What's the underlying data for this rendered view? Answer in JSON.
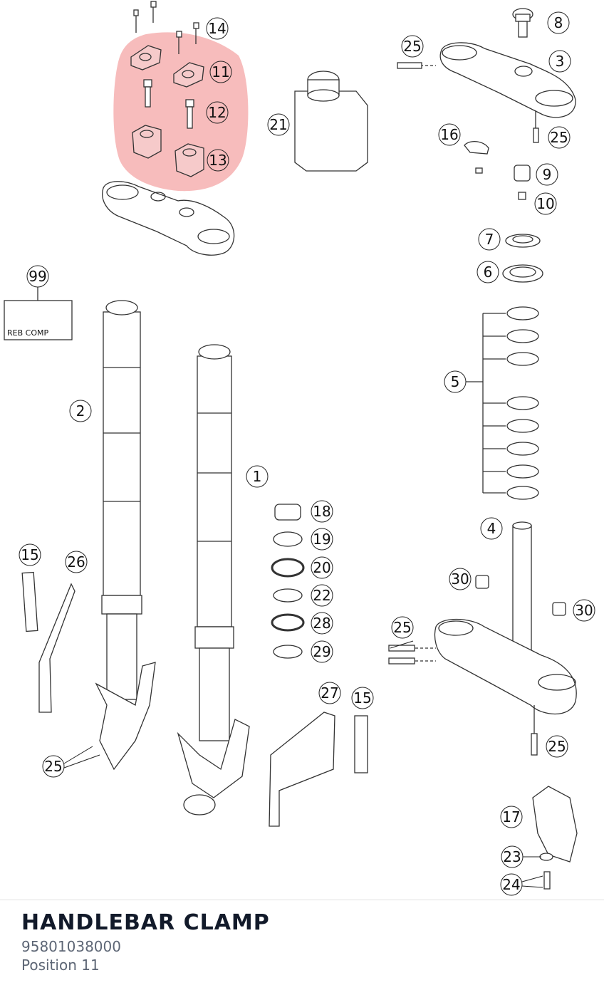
{
  "diagram": {
    "callouts": [
      {
        "n": "14"
      },
      {
        "n": "11"
      },
      {
        "n": "12"
      },
      {
        "n": "13"
      },
      {
        "n": "21"
      },
      {
        "n": "8"
      },
      {
        "n": "25"
      },
      {
        "n": "3"
      },
      {
        "n": "25"
      },
      {
        "n": "16"
      },
      {
        "n": "9"
      },
      {
        "n": "10"
      },
      {
        "n": "7"
      },
      {
        "n": "6"
      },
      {
        "n": "5"
      },
      {
        "n": "99"
      },
      {
        "n": "2"
      },
      {
        "n": "1"
      },
      {
        "n": "18"
      },
      {
        "n": "19"
      },
      {
        "n": "20"
      },
      {
        "n": "22"
      },
      {
        "n": "28"
      },
      {
        "n": "29"
      },
      {
        "n": "4"
      },
      {
        "n": "30"
      },
      {
        "n": "30"
      },
      {
        "n": "25"
      },
      {
        "n": "25"
      },
      {
        "n": "15"
      },
      {
        "n": "26"
      },
      {
        "n": "25"
      },
      {
        "n": "27"
      },
      {
        "n": "15"
      },
      {
        "n": "17"
      },
      {
        "n": "23"
      },
      {
        "n": "24"
      }
    ],
    "kit_box_label": "REB COMP",
    "highlight_color": "#f4a6a6"
  },
  "part": {
    "name": "HANDLEBAR CLAMP",
    "number": "95801038000",
    "position": "Position 11"
  }
}
